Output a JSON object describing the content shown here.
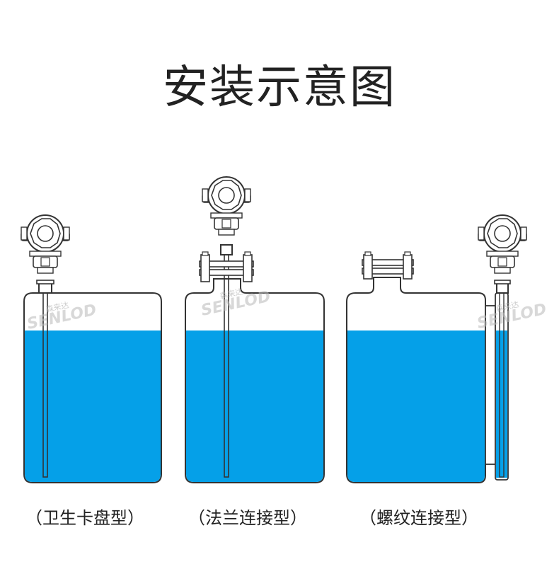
{
  "title": "安装示意图",
  "colors": {
    "liquid": "#05a0e8",
    "outline": "#333333",
    "tank_fill": "#ffffff",
    "watermark": "#b9b9b9"
  },
  "watermark": {
    "brand": "SENLOD",
    "brand_cn": "森来达"
  },
  "panels": [
    {
      "caption": "（卫生卡盘型）",
      "type": "clamp"
    },
    {
      "caption": "（法兰连接型）",
      "type": "flange"
    },
    {
      "caption": "（螺纹连接型）",
      "type": "thread"
    }
  ]
}
